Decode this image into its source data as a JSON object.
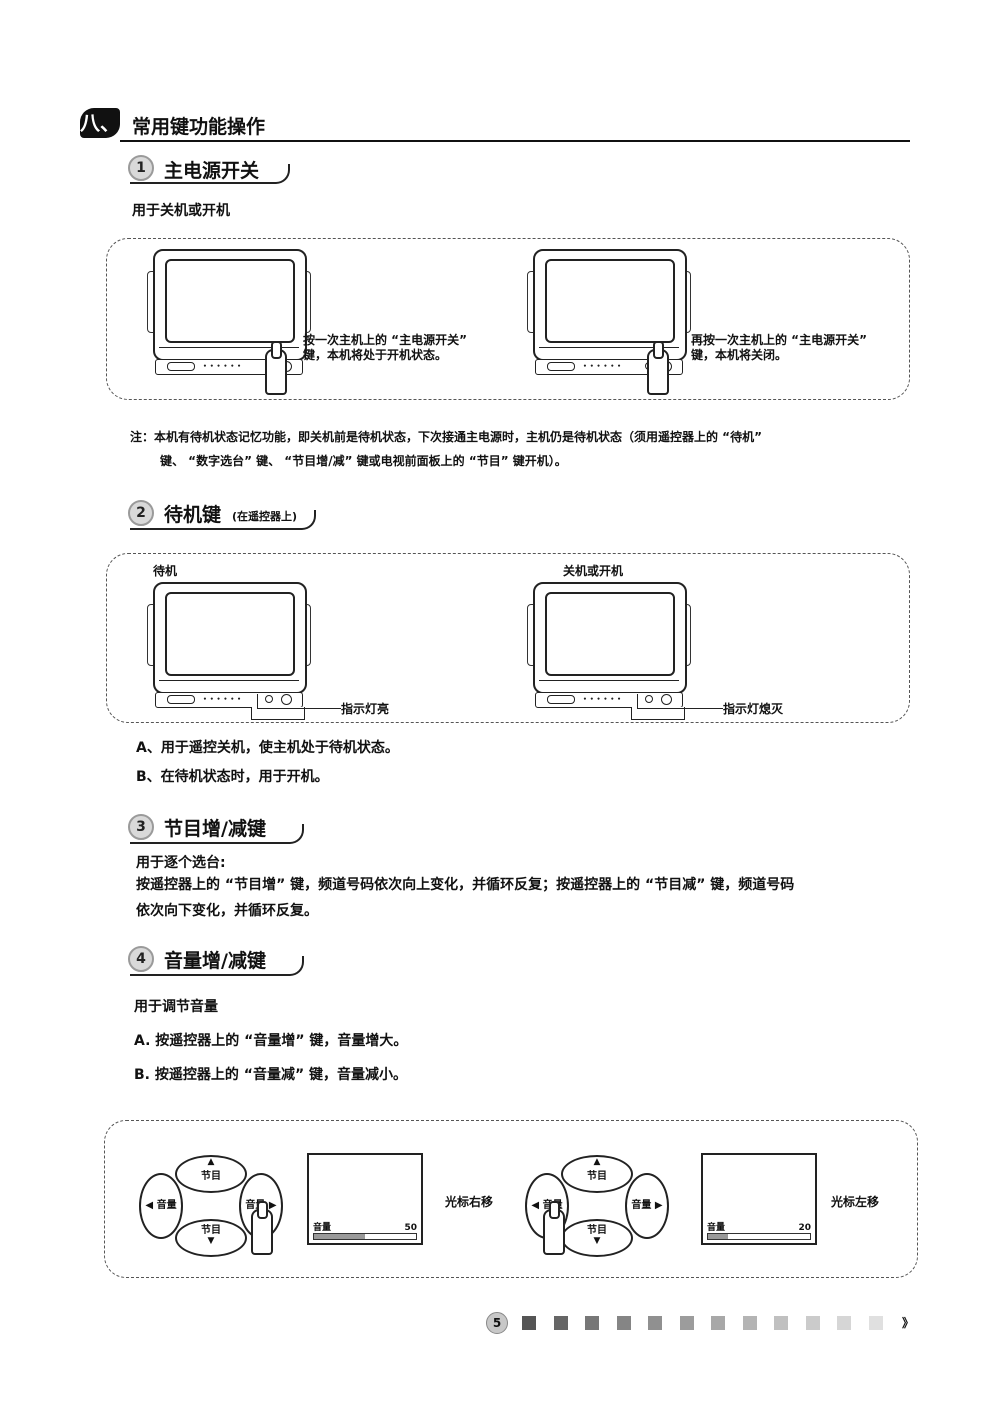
{
  "chapter": {
    "number": "八、",
    "title": "常用键功能操作"
  },
  "sections": [
    {
      "number": "1",
      "title": "主电源开关",
      "desc": "用于关机或开机",
      "caption_left": [
        "按一次主机上的 “主电源开关”",
        "键，本机将处于开机状态。"
      ],
      "caption_right": [
        "再按一次主机上的 “主电源开关”",
        "键，本机将关闭。"
      ]
    },
    {
      "number": "2",
      "title": "待机键",
      "subtitle": "(在遥控器上)",
      "label_left": "待机",
      "label_right": "关机或开机",
      "pointer_left": "指示灯亮",
      "pointer_right": "指示灯熄灭",
      "items": [
        "A、用于遥控关机，使主机处于待机状态。",
        "B、在待机状态时，用于开机。"
      ]
    },
    {
      "number": "3",
      "title": "节目增/减键",
      "lines": [
        "用于逐个选台:",
        "按遥控器上的 “节目增” 键，频道号码依次向上变化，并循环反复；按遥控器上的 “节目减” 键，频道号码",
        "依次向下变化，并循环反复。"
      ]
    },
    {
      "number": "4",
      "title": "音量增/减键",
      "desc": "用于调节音量",
      "items": [
        "A. 按遥控器上的 “音量增” 键，音量增大。",
        "B. 按遥控器上的 “音量减” 键，音量减小。"
      ]
    }
  ],
  "note": {
    "line1": "注：本机有待机状态记忆功能，即关机前是待机状态，下次接通主电源时，主机仍是待机状态（须用遥控器上的 “待机”",
    "line2": "键、 “数字选台” 键、 “节目增/减” 键或电视前面板上的 “节目” 键开机）。"
  },
  "remote": {
    "pad_top": "节目",
    "pad_bottom": "节目",
    "pad_left": "◀ 音量",
    "pad_right": "音量 ▶",
    "up_arrow": "▲",
    "down_arrow": "▼"
  },
  "volume_panels": [
    {
      "label": "音量",
      "value": "50",
      "level": 0.5,
      "caption": "光标右移"
    },
    {
      "label": "音量",
      "value": "20",
      "level": 0.2,
      "caption": "光标左移"
    }
  ],
  "footer": {
    "page_number": "5",
    "square_colors": [
      "#555555",
      "#666666",
      "#777777",
      "#858585",
      "#909090",
      "#9c9c9c",
      "#a8a8a8",
      "#b4b4b4",
      "#c0c0c0",
      "#cbcbcb",
      "#d6d6d6",
      "#e0e0e0"
    ],
    "end_mark": "》"
  }
}
